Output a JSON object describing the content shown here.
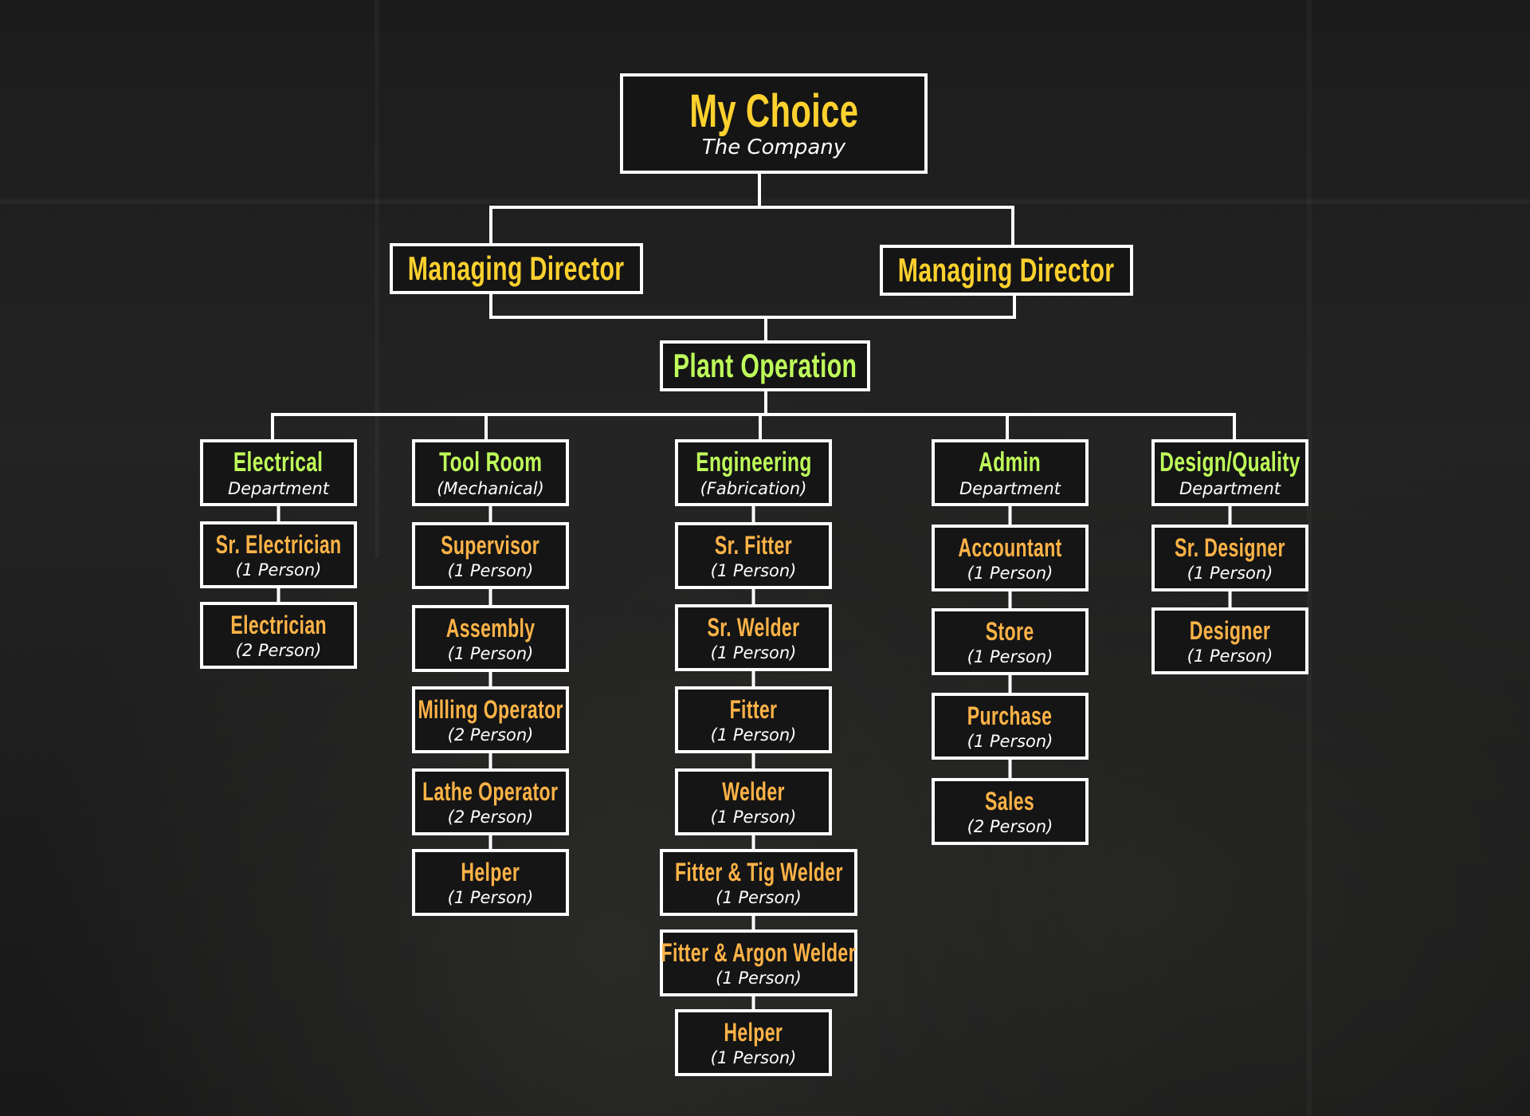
{
  "colors": {
    "top": "#FFD12E",
    "dept": "#BFFF5A",
    "role": "#FFB347",
    "border": "#FFFFFF"
  },
  "company": {
    "title": "My Choice",
    "subtitle": "The Company"
  },
  "directors": [
    {
      "title": "Managing Director"
    },
    {
      "title": "Managing Director"
    }
  ],
  "plant": {
    "title": "Plant Operation"
  },
  "departments": [
    {
      "title": "Electrical",
      "subtitle": "Department",
      "roles": [
        {
          "title": "Sr. Electrician",
          "count": "(1 Person)"
        },
        {
          "title": "Electrician",
          "count": "(2 Person)"
        }
      ]
    },
    {
      "title": "Tool Room",
      "subtitle": "(Mechanical)",
      "roles": [
        {
          "title": "Supervisor",
          "count": "(1 Person)"
        },
        {
          "title": "Assembly",
          "count": "(1 Person)"
        },
        {
          "title": "Milling Operator",
          "count": "(2 Person)"
        },
        {
          "title": "Lathe Operator",
          "count": "(2 Person)"
        },
        {
          "title": "Helper",
          "count": "(1 Person)"
        }
      ]
    },
    {
      "title": "Engineering",
      "subtitle": "(Fabrication)",
      "roles": [
        {
          "title": "Sr. Fitter",
          "count": "(1 Person)"
        },
        {
          "title": "Sr. Welder",
          "count": "(1 Person)"
        },
        {
          "title": "Fitter",
          "count": "(1 Person)"
        },
        {
          "title": "Welder",
          "count": "(1 Person)"
        },
        {
          "title": "Fitter & Tig Welder",
          "count": "(1 Person)"
        },
        {
          "title": "Fitter & Argon Welder",
          "count": "(1 Person)"
        },
        {
          "title": "Helper",
          "count": "(1 Person)"
        }
      ]
    },
    {
      "title": "Admin",
      "subtitle": "Department",
      "roles": [
        {
          "title": "Accountant",
          "count": "(1 Person)"
        },
        {
          "title": "Store",
          "count": "(1 Person)"
        },
        {
          "title": "Purchase",
          "count": "(1 Person)"
        },
        {
          "title": "Sales",
          "count": "(2 Person)"
        }
      ]
    },
    {
      "title": "Design/Quality",
      "subtitle": "Department",
      "roles": [
        {
          "title": "Sr. Designer",
          "count": "(1 Person)"
        },
        {
          "title": "Designer",
          "count": "(1 Person)"
        }
      ]
    }
  ]
}
